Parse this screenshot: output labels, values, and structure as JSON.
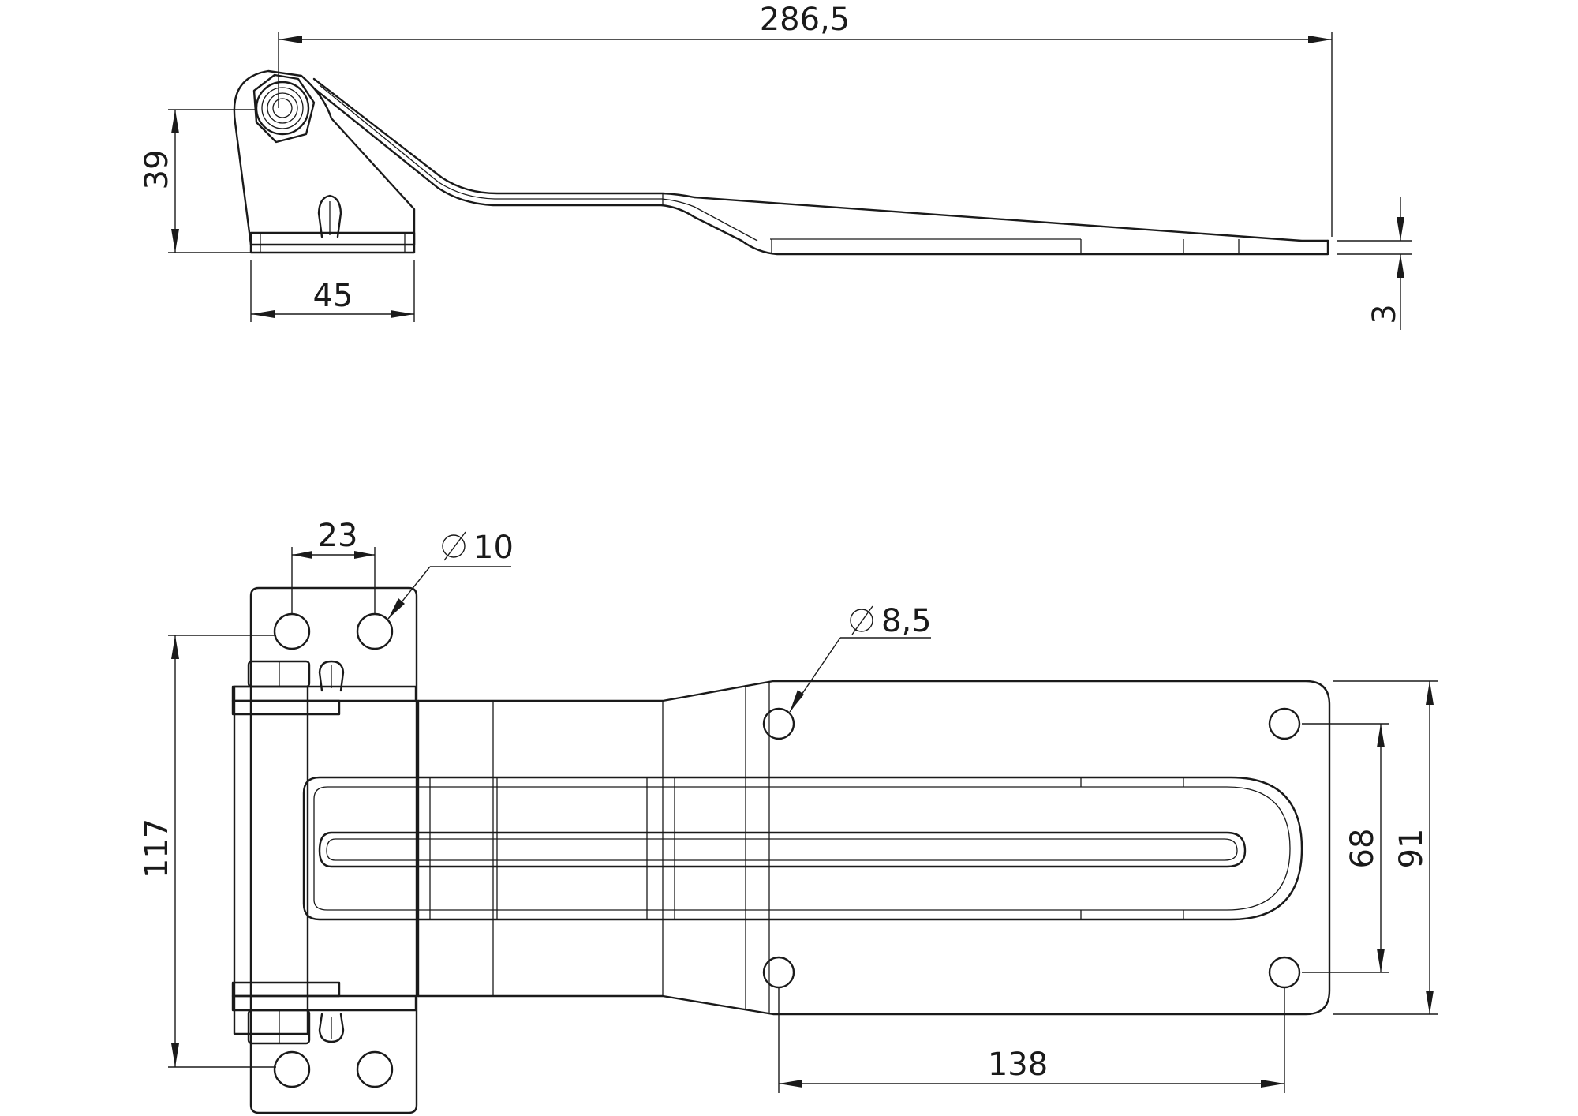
{
  "side_view": {
    "overall_length": "286,5",
    "pivot_height": "39",
    "base_width": "45",
    "thickness": "3"
  },
  "top_view": {
    "hole_spacing_leaf": "23",
    "hole_diameter_leaf": "10",
    "hole_diameter_strap": "8,5",
    "overall_height": "117",
    "strap_hole_spacing_vertical": "68",
    "strap_width": "91",
    "strap_hole_spacing_horizontal": "138"
  }
}
